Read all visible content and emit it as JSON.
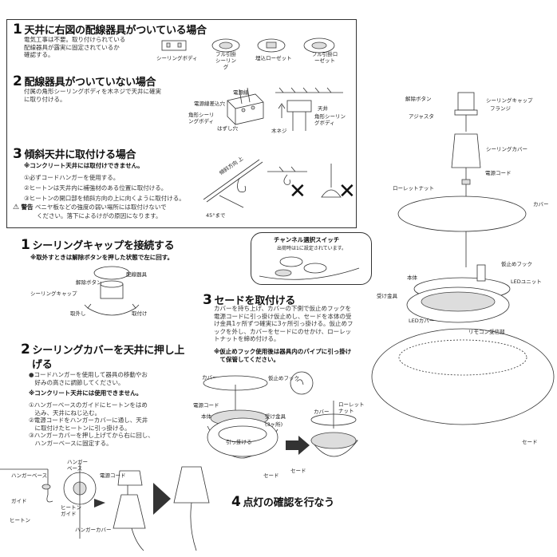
{
  "s1": {
    "num": "1",
    "title": "天井に右図の配線器具がついている場合",
    "lines": [
      "電気工事は不要。取り付けられている",
      "配線器具が露実に固定されているか",
      "確認する。"
    ],
    "fixtures": [
      "シーリングボディ",
      "フル引掛シーリング",
      "埋込ローゼット",
      "フル引掛ローゼット"
    ]
  },
  "s2": {
    "num": "2",
    "title": "配線器具がついていない場合",
    "lines": [
      "付属の角形シーリングボディを木ネジで天井に確実",
      "に取り付ける。"
    ],
    "labels": [
      "電源線",
      "電源線差込穴",
      "角形シーリングボディ",
      "はずし穴",
      "天井",
      "角形シーリングボディ",
      "木ネジ"
    ]
  },
  "s3": {
    "num": "3",
    "title": "傾斜天井に取付ける場合",
    "warn": "※コンクリート天井には取付けできません。",
    "items": [
      "①必ずコードハンガーを使用する。",
      "②ヒートンは天井内に補強材のある位置に取付ける。",
      "③ヒートンの開口部を傾斜方向の上に向くように取付ける。"
    ],
    "caution_label": "警告",
    "caution": [
      "ベニヤ板などの強度の弱い場所には取付けないで",
      "ください。落下によるけがの原因になります。"
    ],
    "labels": [
      "傾斜方向",
      "上",
      "45°まで"
    ],
    "x_mark": "✕"
  },
  "step1": {
    "num": "1",
    "title": "シーリングキャップを接続する",
    "note": "※取外すときは解除ボタンを押した状態で左に回す。",
    "labels": [
      "解除ボタン",
      "配線器具",
      "シーリングキャップ",
      "取外し",
      "取付け"
    ]
  },
  "step2": {
    "num": "2",
    "title": "シーリングカバーを天井に押し上",
    "title2": "げる",
    "lines": [
      "●コードハンガーを使用して器具の移動やお",
      "　好みの高さに調節してください。"
    ],
    "warn": "※コンクリート天井には使用できません。",
    "items": [
      "①ハンガーベースのガイドにヒートンをはめ",
      "　込み、天井にねじ込む。",
      "②電源コードをハンガーカバーに通し、天井",
      "　に取付けたヒートンに引っ掛ける。",
      "③ハンガーカバーを押し上げてから右に回し、",
      "　ハンガーベースに固定する。"
    ],
    "labels": [
      "ハンガーベース",
      "ガイド",
      "ヒートン",
      "ハンガーベース",
      "ヒートンガイド",
      "電源コード",
      "ハンガーカバー"
    ]
  },
  "step3": {
    "num": "3",
    "title": "セードを取付ける",
    "lines": [
      "カバーを持ち上げ、カバーの下側で仮止めフックを",
      "電源コードに引っ掛け仮止めし、セードを本体の受",
      "け金具1ヶ所ずつ確実に3ヶ所引っ掛ける。仮止めフ",
      "ックを外し、カバーをセードにのせかけ、ローレッ",
      "トナットを締め付ける。"
    ],
    "warn": [
      "※仮止めフック使用後は器具内のパイプに引っ掛け",
      "　て保管してください。"
    ],
    "labels": [
      "カバー",
      "仮止めフック",
      "電源コード",
      "本体",
      "受け金具",
      "(3ヶ所)",
      "引っ掛ける",
      "セード",
      "ローレットナット",
      "カバー",
      "セード"
    ]
  },
  "step4": {
    "num": "4",
    "title": "点灯の確認を行なう"
  },
  "channel": {
    "title": "チャンネル選択スイッチ",
    "sub": "出荷時は1に設定されています。"
  },
  "parts": {
    "labels": [
      "解除ボタン",
      "シーリングキャップ",
      "フランジ",
      "アジャスタ",
      "シーリングカバー",
      "電源コード",
      "ローレットナット",
      "カバー",
      "仮止めフック",
      "本体",
      "LEDユニット",
      "受け金具",
      "LEDカバー",
      "リモコン受信部",
      "セード"
    ]
  }
}
